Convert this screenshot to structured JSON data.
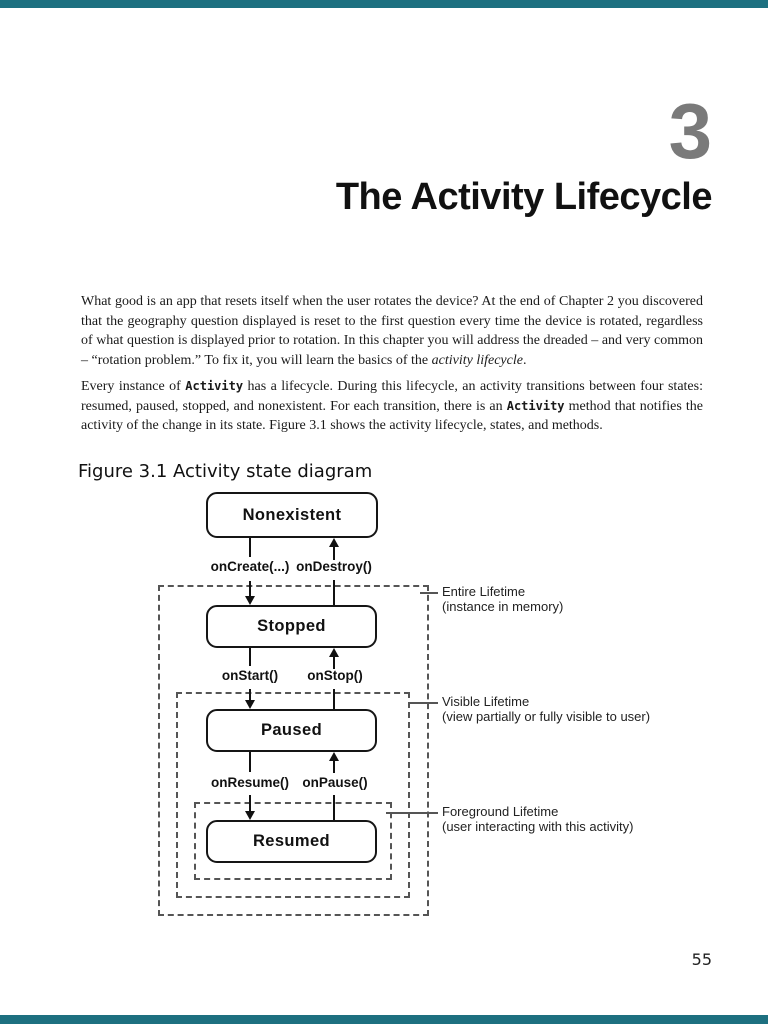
{
  "page": {
    "chapter_number": "3",
    "title": "The Activity Lifecycle",
    "page_number": "55"
  },
  "body": {
    "p1": {
      "seg1": "What good is an app that resets itself when the user rotates the device? At the end of Chapter 2 you discovered that the geography question displayed is reset to the first question every time the device is rotated, regardless of what question is displayed prior to rotation. In this chapter you will address the dreaded – and very common – “rotation problem.” To fix it, you will learn the basics of the ",
      "seg2_italic": "activity lifecycle",
      "seg3": "."
    },
    "p2": {
      "seg1": "Every instance of ",
      "seg2_code": "Activity",
      "seg3": " has a lifecycle. During this lifecycle, an activity transitions between four states: resumed, paused, stopped, and nonexistent. For each transition, there is an ",
      "seg4_code": "Activity",
      "seg5": " method that notifies the activity of the change in its state. Figure 3.1 shows the activity lifecycle, states, and methods."
    }
  },
  "figure": {
    "caption": "Figure 3.1  Activity state diagram",
    "states": {
      "nonexistent": "Nonexistent",
      "stopped": "Stopped",
      "paused": "Paused",
      "resumed": "Resumed"
    },
    "methods": {
      "on_create": "onCreate(...)",
      "on_destroy": "onDestroy()",
      "on_start": "onStart()",
      "on_stop": "onStop()",
      "on_resume": "onResume()",
      "on_pause": "onPause()"
    },
    "lifetimes": {
      "entire": {
        "title": "Entire Lifetime",
        "subtitle": "(instance in memory)"
      },
      "visible": {
        "title": "Visible Lifetime",
        "subtitle": "(view partially or fully visible to user)"
      },
      "foreground": {
        "title": "Foreground Lifetime",
        "subtitle": "(user interacting with this activity)"
      }
    }
  },
  "colors": {
    "chapter_number_gray": "#7a7a7a",
    "edge_bar_teal": "#1d7080",
    "diagram_dash_gray": "#555555"
  }
}
